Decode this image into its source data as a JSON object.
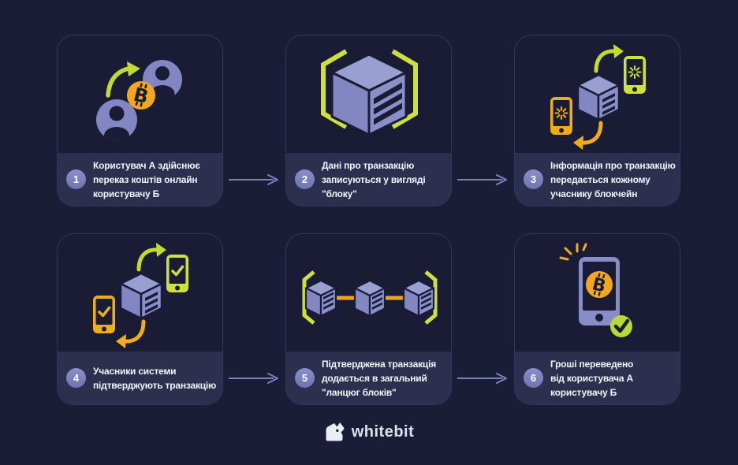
{
  "brand": {
    "logo_text": "whitebit"
  },
  "colors": {
    "background": "#1a1d36",
    "card_strip": "#2c2f4e",
    "badge_purple": "#7c81be",
    "icon_purple": "#8287c3",
    "icon_purple_light": "#9a9fd1",
    "lime_green": "#cde03c",
    "yellow_orange": "#f0ad1b",
    "bitcoin_gold": "#f2a71d",
    "arrow_purple": "#7b80bf",
    "text_white": "#f4f5fb"
  },
  "icons": [
    "users-transfer-icon",
    "data-block-icon",
    "broadcast-phones-icon",
    "confirm-phones-icon",
    "block-chain-icon",
    "phone-success-icon",
    "flow-arrow-icon",
    "whitebit-logo-icon"
  ],
  "steps": [
    {
      "number": "1",
      "text": "Користувач А здійснює\nпереказ коштів онлайн\nкористувачу Б"
    },
    {
      "number": "2",
      "text": "Дані про транзакцію\nзаписуються у вигляді\n\"блоку\""
    },
    {
      "number": "3",
      "text": "Інформація про транзакцію\nпередається кожному\nучаснику блокчейн"
    },
    {
      "number": "4",
      "text": "Учасники системи\nпідтверджують транзакцію"
    },
    {
      "number": "5",
      "text": "Підтверджена транзакція\nдодається в загальний\n\"ланцюг блоків\""
    },
    {
      "number": "6",
      "text": "Гроші переведено\nвід користувача А\nкористувачу Б"
    }
  ]
}
